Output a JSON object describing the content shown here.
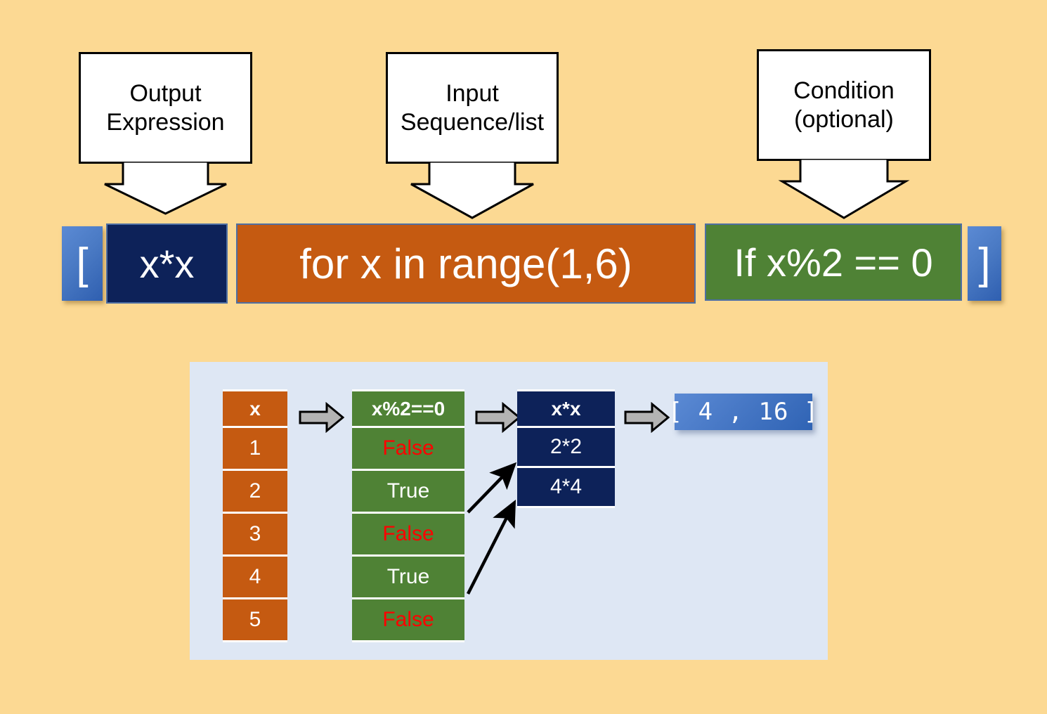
{
  "background_color": "#fcd993",
  "callouts": [
    {
      "name": "output-expression",
      "line1": "Output",
      "line2": "Expression"
    },
    {
      "name": "input-sequence",
      "line1": "Input",
      "line2": "Sequence/list"
    },
    {
      "name": "condition",
      "line1": "Condition",
      "line2": "(optional)"
    }
  ],
  "code_strip": {
    "open_bracket": "[",
    "output_expression": "x*x",
    "loop_clause": "for x in range(1,6)",
    "condition_clause": "If x%2 == 0",
    "close_bracket": "]",
    "colors": {
      "bracket": "#4a7ac4",
      "output": "#0d2259",
      "loop": "#c55a11",
      "condition": "#4f8235"
    }
  },
  "flow": {
    "panel_color": "#dee7f4",
    "columns": {
      "x": {
        "header": "x",
        "values": [
          "1",
          "2",
          "3",
          "4",
          "5"
        ],
        "color": "#c55a11"
      },
      "condition": {
        "header": "x%2==0",
        "values": [
          "False",
          "True",
          "False",
          "True",
          "False"
        ],
        "color": "#4f8235",
        "true_text_color": "#ffffff",
        "false_text_color": "#ff0000"
      },
      "expression": {
        "header": "x*x",
        "values": [
          "2*2",
          "4*4"
        ],
        "color": "#0d2259"
      }
    },
    "arrows": [
      {
        "name": "arrow-x-to-condition"
      },
      {
        "name": "arrow-condition-to-expression"
      },
      {
        "name": "arrow-expression-to-result"
      }
    ],
    "result": "[ 4 , 16 ]"
  }
}
